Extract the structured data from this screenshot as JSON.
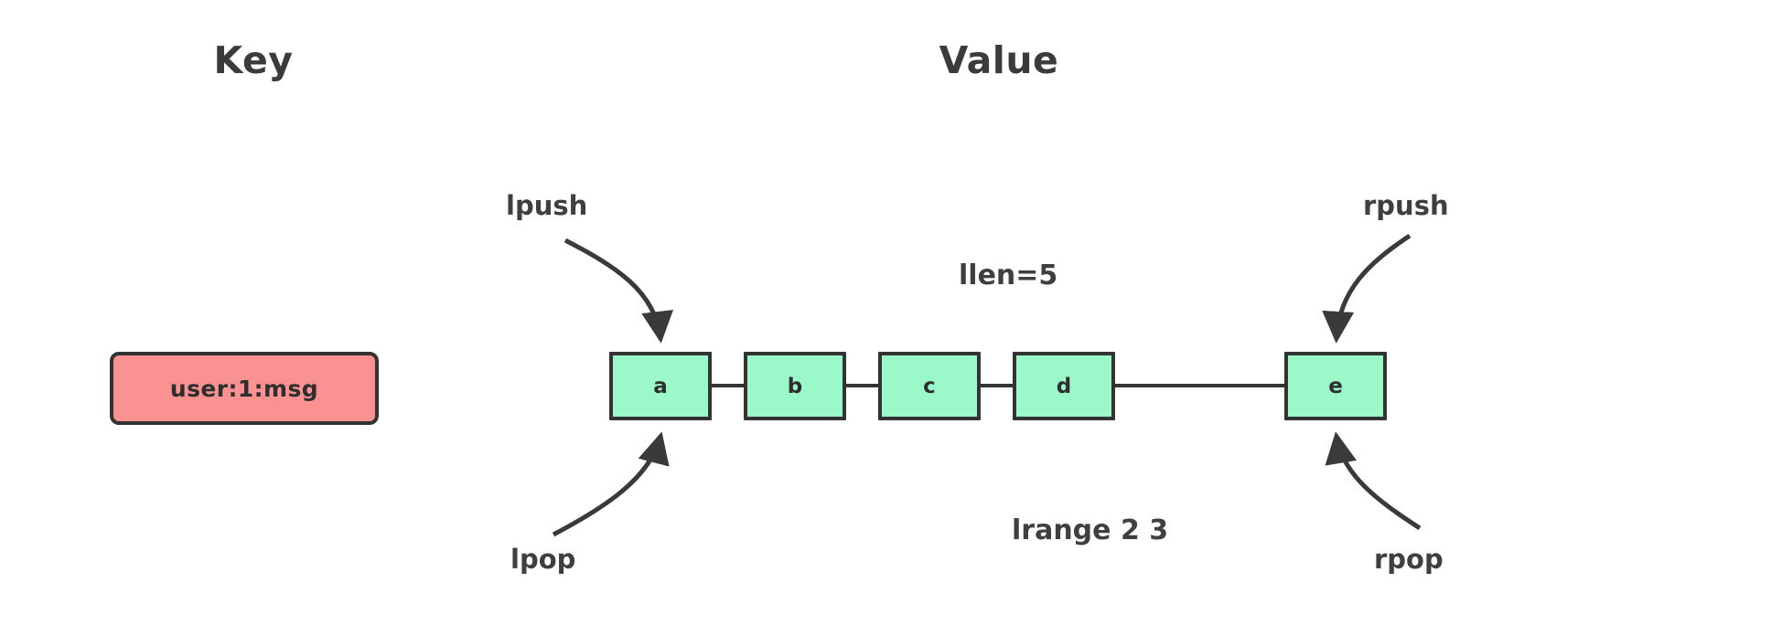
{
  "diagram": {
    "type": "redis-list-data-structure",
    "columns": {
      "key_title": "Key",
      "value_title": "Value"
    },
    "key": {
      "label": "user:1:msg",
      "fill_color": "#F99290",
      "stroke_color": "#333333"
    },
    "list": {
      "fill_color": "#9BF8C9",
      "stroke_color": "#333333",
      "length": 5,
      "nodes": [
        {
          "label": "a",
          "index": 0
        },
        {
          "label": "b",
          "index": 1
        },
        {
          "label": "c",
          "index": 2
        },
        {
          "label": "d",
          "index": 3
        },
        {
          "label": "e",
          "index": 4
        }
      ]
    },
    "operations": [
      {
        "name": "lpush",
        "label": "lpush",
        "target": "head",
        "direction": "in",
        "side": "top-left"
      },
      {
        "name": "rpush",
        "label": "rpush",
        "target": "tail",
        "direction": "in",
        "side": "top-right"
      },
      {
        "name": "lpop",
        "label": "lpop",
        "target": "head",
        "direction": "out",
        "side": "bottom-left"
      },
      {
        "name": "rpop",
        "label": "rpop",
        "target": "tail",
        "direction": "out",
        "side": "bottom-right"
      }
    ],
    "annotations": {
      "llen": "llen=5",
      "lrange": "lrange 2 3"
    }
  }
}
